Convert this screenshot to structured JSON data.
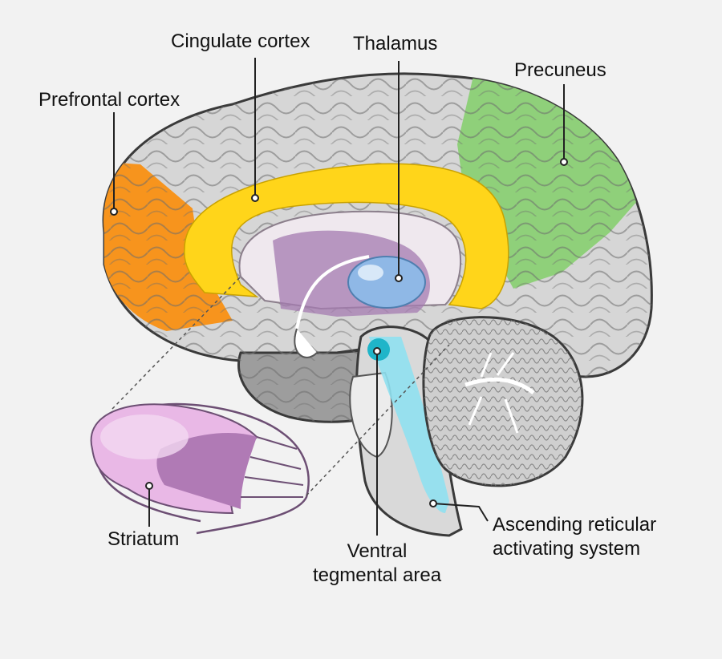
{
  "labels": {
    "cingulate": "Cingulate cortex",
    "thalamus": "Thalamus",
    "prefrontal": "Prefrontal cortex",
    "precuneus": "Precuneus",
    "striatum": "Striatum",
    "vta_line1": "Ventral",
    "vta_line2": "tegmental area",
    "aras_line1": "Ascending reticular",
    "aras_line2": "activating system"
  },
  "colors": {
    "background": "#f2f2f2",
    "cortex_gray": "#d9d9d9",
    "prefrontal_orange": "#f7941d",
    "cingulate_yellow": "#ffd51a",
    "precuneus_green": "#8fd07a",
    "thalamus_blue": "#8fb8e6",
    "striatum_pink": "#e9b8e6",
    "brainstem_cyan": "#8fe0ef",
    "vta_teal": "#1fb5c9"
  }
}
